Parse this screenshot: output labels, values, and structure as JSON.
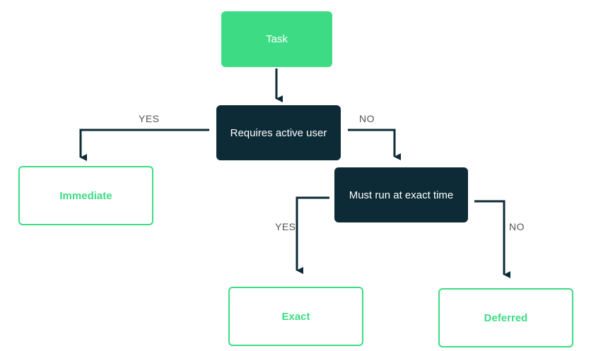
{
  "colors": {
    "start_fill": "#3ddc84",
    "decision_fill": "#0d2b36",
    "outcome_border": "#3ddc84",
    "outcome_text": "#3ddc84",
    "connector": "#0d2b36"
  },
  "nodes": {
    "task": "Task",
    "requires_active_user": "Requires active user",
    "must_run_exact_time": "Must run at exact time",
    "immediate": "Immediate",
    "exact": "Exact",
    "deferred": "Deferred"
  },
  "edges": {
    "active_user_yes": "YES",
    "active_user_no": "NO",
    "exact_time_yes": "YES",
    "exact_time_no": "NO"
  }
}
